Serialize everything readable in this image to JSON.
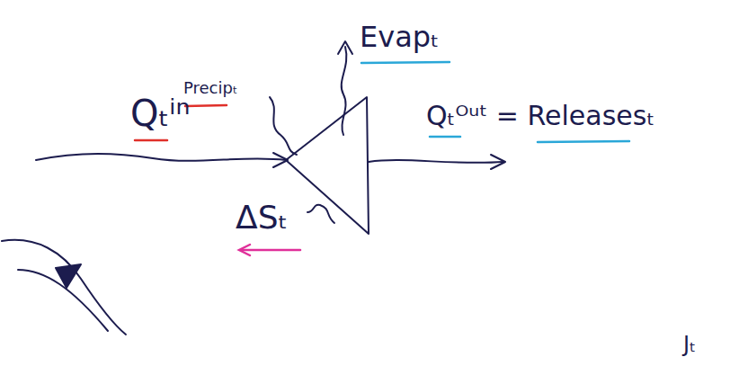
{
  "diagram": {
    "labels": [
      "Qₜⁱⁿ",
      "Precipₜ",
      "Evapₜ",
      "Qₜᴼᵘᵗ = Releasesₜ",
      "ΔSₜ",
      "Jₜ"
    ]
  }
}
